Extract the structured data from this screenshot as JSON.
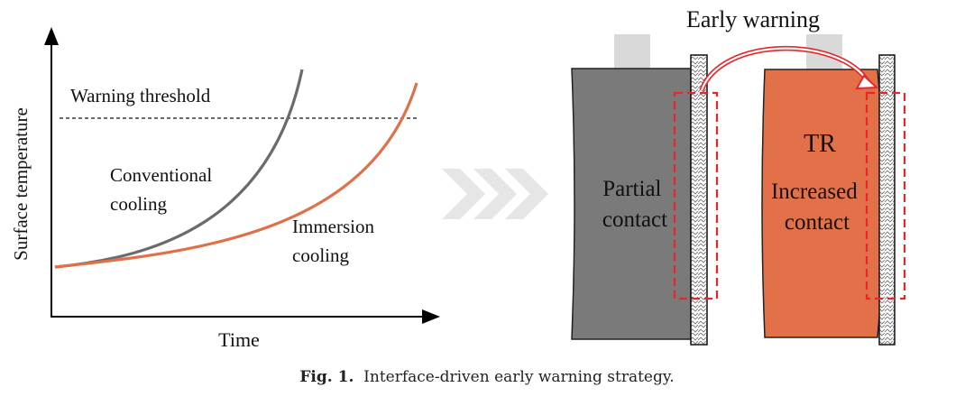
{
  "chart": {
    "ylabel": "Surface temperature",
    "xlabel": "Time",
    "threshold_label": "Warning threshold",
    "conventional_label": [
      "Conventional",
      "cooling"
    ],
    "immersion_label": [
      "Immersion",
      "cooling"
    ]
  },
  "chart_data": {
    "type": "line",
    "xlabel": "Time",
    "ylabel": "Surface temperature",
    "threshold": {
      "label": "Warning threshold"
    },
    "series": [
      {
        "name": "Conventional cooling",
        "color": "#6b6b6b"
      },
      {
        "name": "Immersion cooling",
        "color": "#e07048"
      }
    ]
  },
  "diagram": {
    "early_warning": "Early warning",
    "left_cell_label": [
      "Partial",
      "contact"
    ],
    "right_cell_title": "TR",
    "right_cell_label": [
      "Increased",
      "contact"
    ]
  },
  "colors": {
    "gray_cell": "#7a7a7a",
    "orange_cell": "#e2714a",
    "warning_red": "#e8262a",
    "terminal": "#d9d9d9",
    "chevron": "#e6e6e6"
  },
  "caption": {
    "label": "Fig. 1.",
    "text": "Interface-driven early warning strategy."
  }
}
